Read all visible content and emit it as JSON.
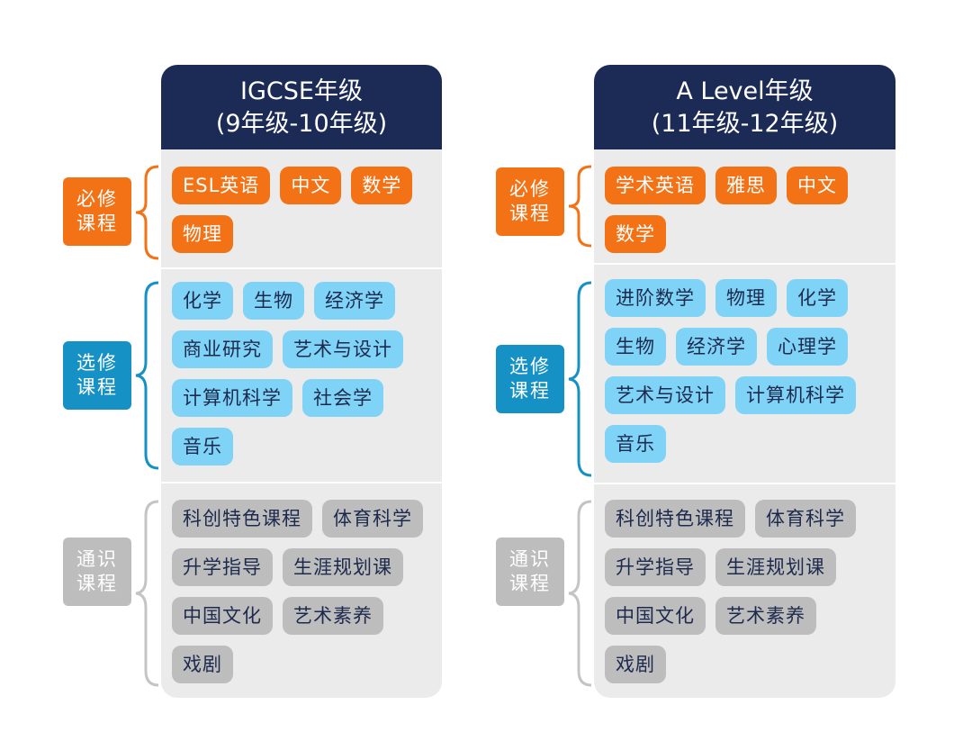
{
  "colors": {
    "header": "#1c2b55",
    "required": "#f47216",
    "elective_chip": "#7ed3f7",
    "elective_label": "#1591c6",
    "general": "#bdbdbd",
    "panel": "#ebebeb"
  },
  "labels": {
    "required": [
      "必修",
      "课程"
    ],
    "elective": [
      "选修",
      "课程"
    ],
    "general": [
      "通识",
      "课程"
    ]
  },
  "columns": [
    {
      "title_line1": "IGCSE年级",
      "title_line2": "(9年级-10年级)",
      "required": [
        "ESL英语",
        "中文",
        "数学",
        "物理"
      ],
      "elective": [
        "化学",
        "生物",
        "经济学",
        "商业研究",
        "艺术与设计",
        "计算机科学",
        "社会学",
        "音乐"
      ],
      "general": [
        "科创特色课程",
        "体育科学",
        "升学指导",
        "生涯规划课",
        "中国文化",
        "艺术素养",
        "戏剧"
      ]
    },
    {
      "title_line1": "A Level年级",
      "title_line2": "(11年级-12年级)",
      "required": [
        "学术英语",
        "雅思",
        "中文",
        "数学"
      ],
      "elective": [
        "进阶数学",
        "物理",
        "化学",
        "生物",
        "经济学",
        "心理学",
        "艺术与设计",
        "计算机科学",
        "音乐"
      ],
      "general": [
        "科创特色课程",
        "体育科学",
        "升学指导",
        "生涯规划课",
        "中国文化",
        "艺术素养",
        "戏剧"
      ]
    }
  ]
}
